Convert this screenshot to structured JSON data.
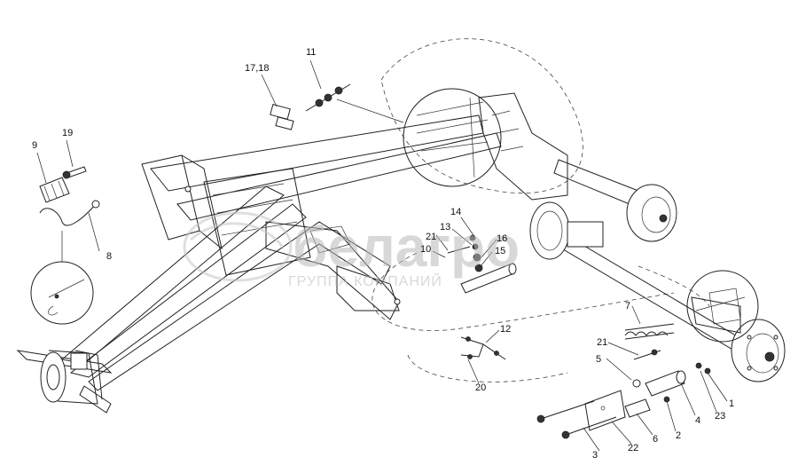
{
  "callouts": [
    {
      "id": "c11",
      "text": "11"
    },
    {
      "id": "c1718",
      "text": "17,18"
    },
    {
      "id": "c9",
      "text": "9"
    },
    {
      "id": "c19",
      "text": "19"
    },
    {
      "id": "c8",
      "text": "8"
    },
    {
      "id": "c14",
      "text": "14"
    },
    {
      "id": "c13",
      "text": "13"
    },
    {
      "id": "c21a",
      "text": "21"
    },
    {
      "id": "c10",
      "text": "10"
    },
    {
      "id": "c16",
      "text": "16"
    },
    {
      "id": "c15",
      "text": "15"
    },
    {
      "id": "c12",
      "text": "12"
    },
    {
      "id": "c20",
      "text": "20"
    },
    {
      "id": "c7",
      "text": "7"
    },
    {
      "id": "c21b",
      "text": "21"
    },
    {
      "id": "c5",
      "text": "5"
    },
    {
      "id": "c1",
      "text": "1"
    },
    {
      "id": "c23",
      "text": "23"
    },
    {
      "id": "c4",
      "text": "4"
    },
    {
      "id": "c2",
      "text": "2"
    },
    {
      "id": "c6",
      "text": "6"
    },
    {
      "id": "c22",
      "text": "22"
    },
    {
      "id": "c3",
      "text": "3"
    }
  ],
  "watermark": {
    "brand": "белагро",
    "tagline": "ГРУППА КОМПАНИЙ"
  }
}
